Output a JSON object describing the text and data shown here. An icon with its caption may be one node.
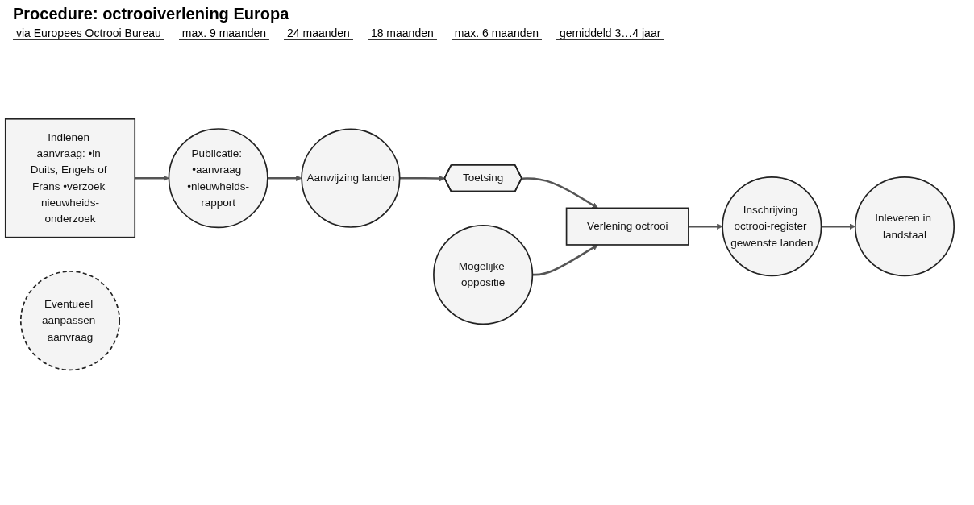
{
  "diagram": {
    "title": "Procedure: octrooiverlening Europa",
    "nodes": [
      {
        "text": [
          "Indienen aanvraag: •in Duits, Engels of Frans •verzoek nieuwheids-onderzoek"
        ]
      },
      {
        "text": [
          "Publicatie: •aanvraag •nieuwheids-rapport"
        ]
      },
      {
        "text": [
          "Aanwijzing landen"
        ]
      },
      {
        "text": [
          "Eventueel aanpassen aanvraag"
        ]
      },
      {
        "text": [
          "Toetsing"
        ]
      },
      {
        "text": [
          "Verlening octrooi"
        ]
      },
      {
        "text": [
          "Mogelijke oppositie"
        ]
      },
      {
        "text": [
          "Inschrijving octrooi-register gewenste landen"
        ]
      },
      {
        "text": [
          "Inleveren in landstaal"
        ]
      }
    ],
    "edges": [
      {
        "from": 0,
        "to": 1,
        "arrow": "to"
      },
      {
        "from": 1,
        "to": 2,
        "arrow": "to"
      },
      {
        "from": 2,
        "to": 4,
        "arrow": "to"
      },
      {
        "from": 4,
        "to": 5,
        "arrow": "to"
      },
      {
        "from": 6,
        "to": 5,
        "arrow": "to"
      },
      {
        "from": 5,
        "to": 7,
        "arrow": "to"
      },
      {
        "from": 7,
        "to": 8,
        "arrow": "to"
      }
    ],
    "labels": [
      "via Europees Octrooi Bureau",
      "max. 9 maanden",
      "24 maanden",
      "18 maanden",
      "max. 6 maanden",
      "gemiddeld 3…4 jaar"
    ]
  }
}
